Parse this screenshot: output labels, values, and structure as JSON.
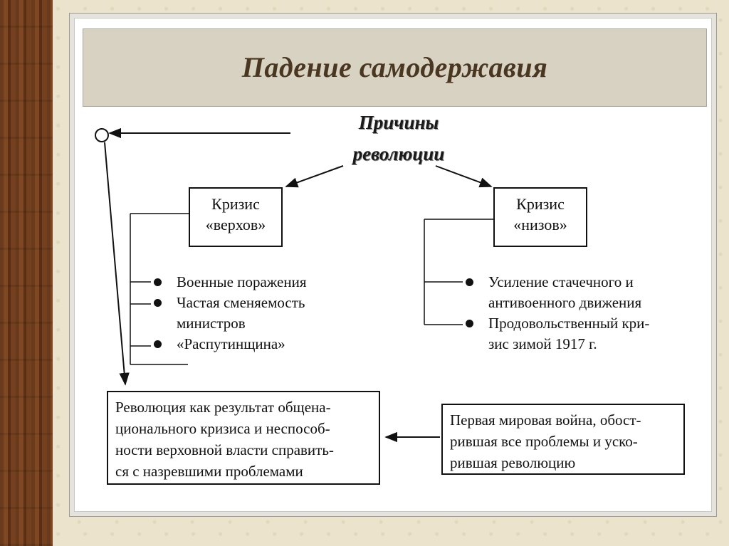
{
  "title": "Падение самодержавия",
  "heading": {
    "line1": "Причины",
    "line2": "революции"
  },
  "left": {
    "box": {
      "line1": "Кризис",
      "line2": "«верхов»"
    },
    "items": [
      {
        "lines": [
          "Военные поражения"
        ]
      },
      {
        "lines": [
          "Частая сменяемость",
          "министров"
        ]
      },
      {
        "lines": [
          "«Распутинщина»"
        ]
      }
    ]
  },
  "right": {
    "box": {
      "line1": "Кризис",
      "line2": "«низов»"
    },
    "items": [
      {
        "lines": [
          "Усиление стачечного и",
          "антивоенного движения"
        ]
      },
      {
        "lines": [
          "Продовольственный кри-",
          "зис зимой 1917 г."
        ]
      }
    ]
  },
  "bottom_left": {
    "lines": [
      "Революция как результат общена-",
      "ционального кризиса и неспособ-",
      "ности верховной власти справить-",
      "ся с назревшими проблемами"
    ]
  },
  "bottom_right": {
    "lines": [
      "Первая мировая война, обост-",
      "рившая все проблемы и уско-",
      "рившая революцию"
    ]
  },
  "colors": {
    "title_text": "#4a3721",
    "title_bar": "#d8d2c2",
    "wood": "#6a3a1c",
    "parchment": "#ebe3cb"
  }
}
